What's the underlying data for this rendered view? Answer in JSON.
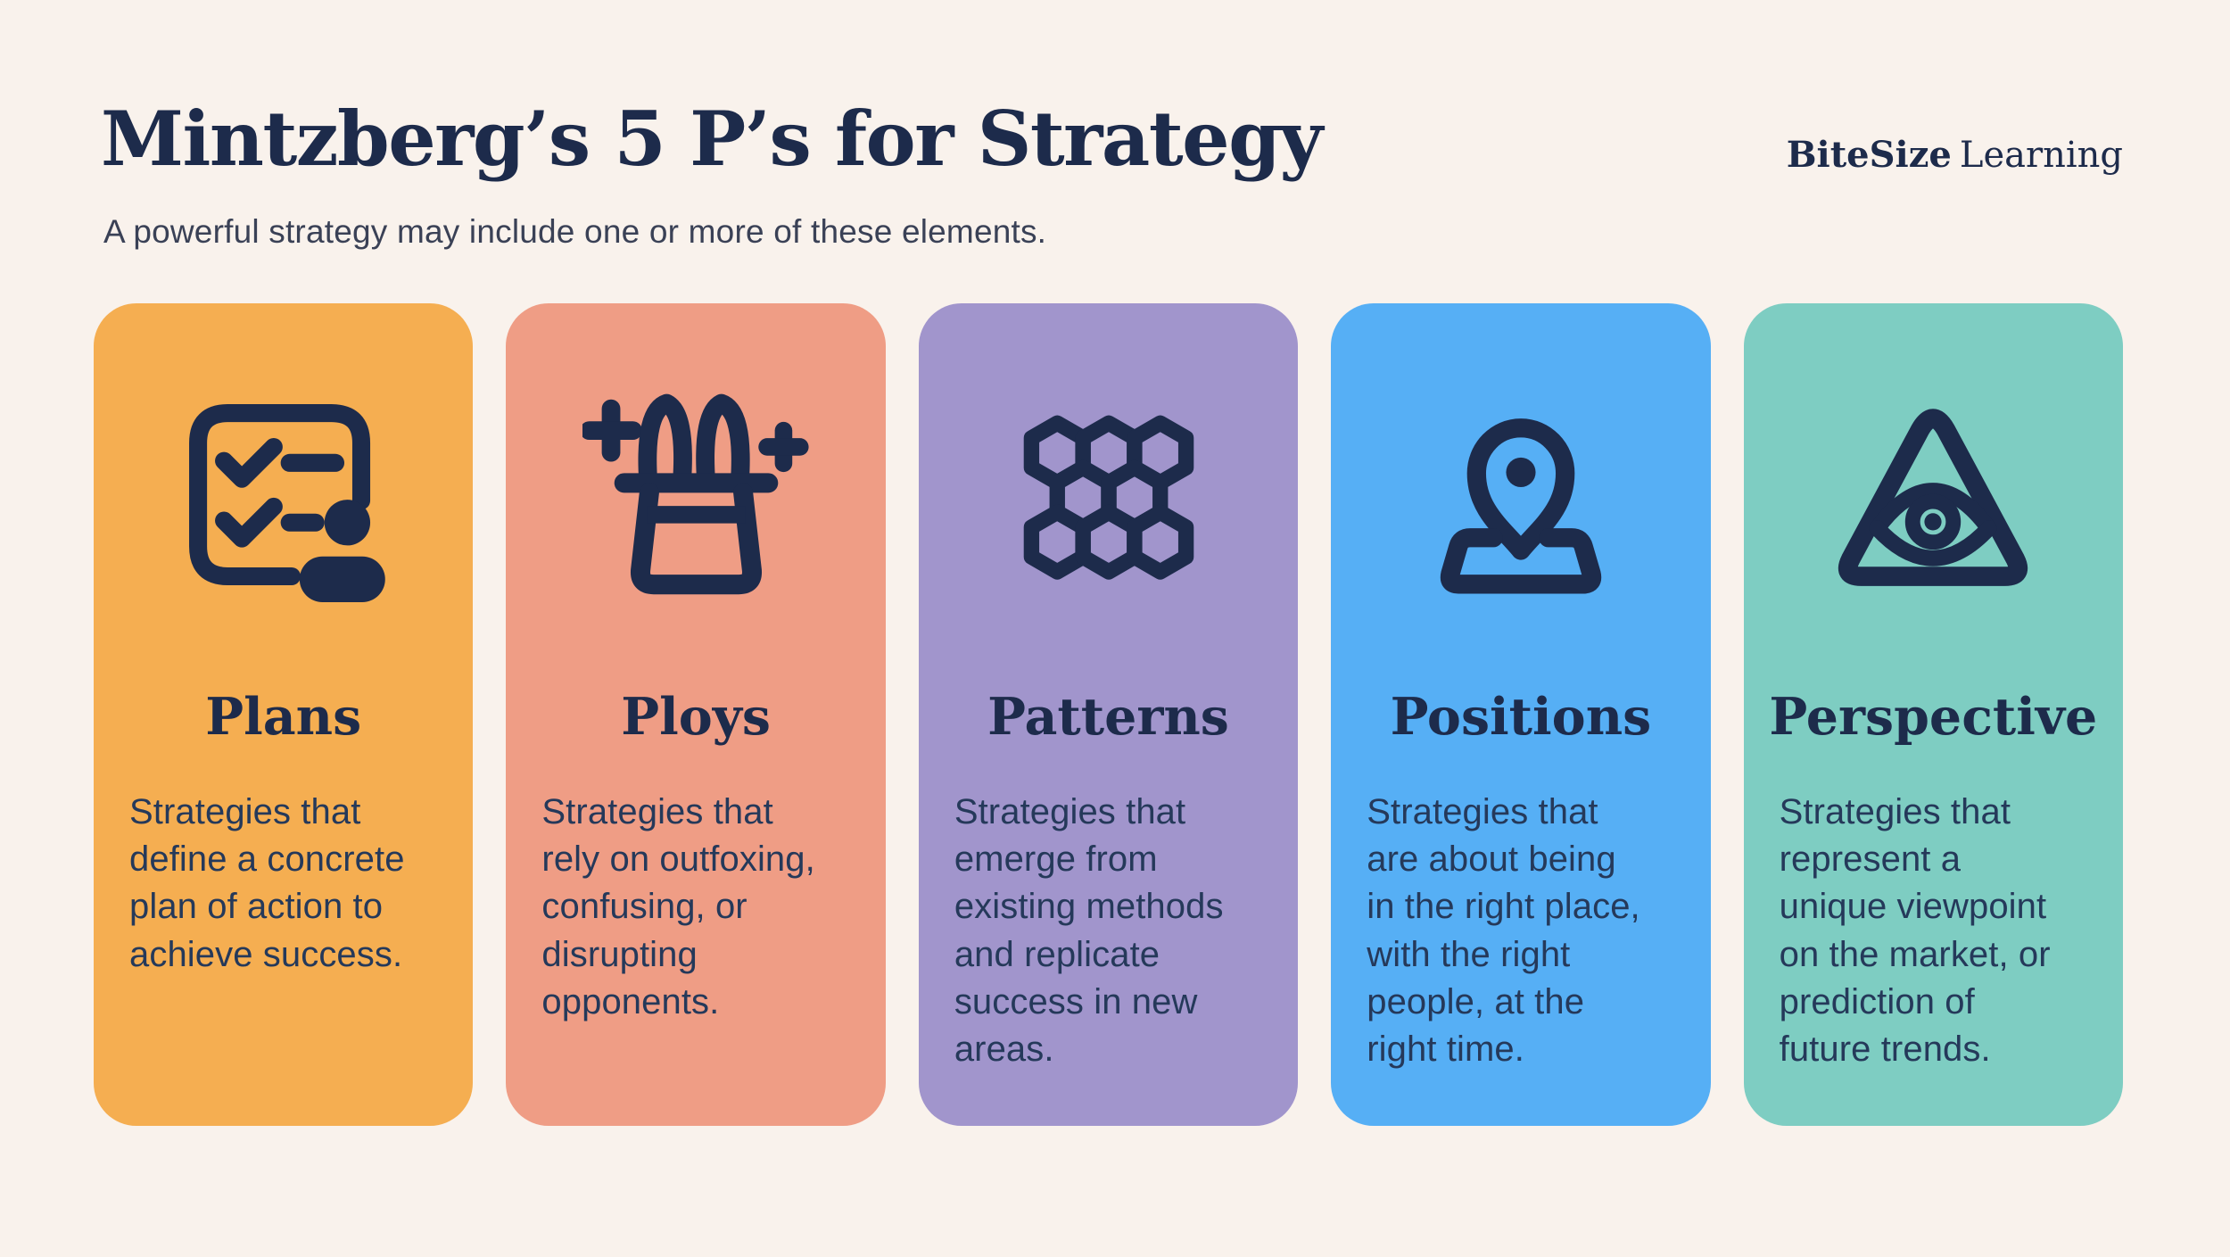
{
  "page": {
    "title": "Mintzberg’s 5 P’s for Strategy",
    "subtitle": "A powerful strategy may include one or more of these elements.",
    "colors": {
      "background": "#F9F2EC",
      "ink": "#1D2B4B",
      "subtitle_text": "#3A4156",
      "body_text": "#25395A"
    }
  },
  "logo": {
    "bold": "BiteSize",
    "regular": "Learning"
  },
  "cards": [
    {
      "id": "plans",
      "title": "Plans",
      "icon": "checklist-person-icon",
      "color": "#F5AE51",
      "body": "Strategies that\ndefine a concrete\nplan of action to\nachieve success."
    },
    {
      "id": "ploys",
      "title": "Ploys",
      "icon": "magician-hat-icon",
      "color": "#EF9D85",
      "body": "Strategies that\nrely on outfoxing,\nconfusing, or\ndisrupting\nopponents."
    },
    {
      "id": "patterns",
      "title": "Patterns",
      "icon": "honeycomb-icon",
      "color": "#A195CC",
      "body": "Strategies that\nemerge from\nexisting methods\nand replicate\nsuccess in new\nareas."
    },
    {
      "id": "positions",
      "title": "Positions",
      "icon": "map-pin-icon",
      "color": "#56AFF5",
      "body": "Strategies that\nare about being\nin the right place,\nwith the right\npeople, at the\nright time."
    },
    {
      "id": "perspective",
      "title": "Perspective",
      "icon": "eye-pyramid-icon",
      "color": "#7ECDC2",
      "body": "Strategies that\nrepresent a\nunique viewpoint\non the market, or\nprediction of\nfuture trends."
    }
  ]
}
